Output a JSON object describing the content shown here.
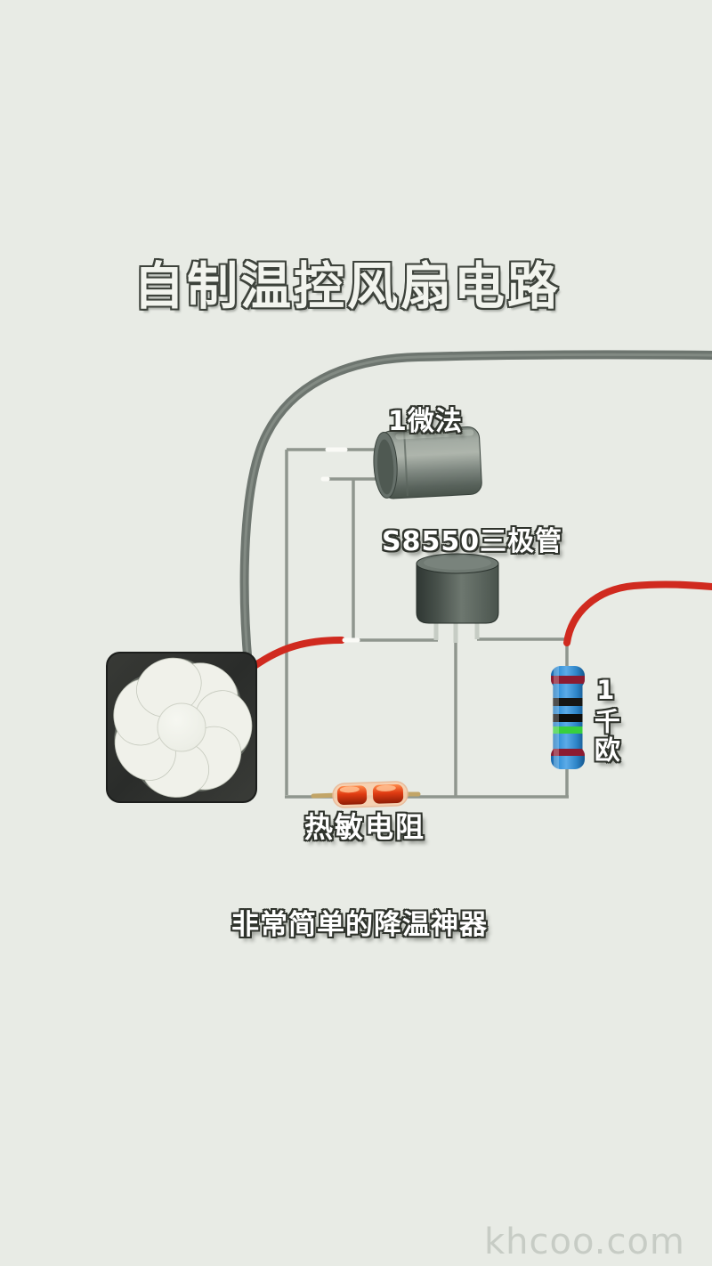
{
  "title": "自制温控风扇电路",
  "caption": "非常简单的降温神器",
  "watermark": "khcoo.com",
  "components": {
    "capacitor": {
      "label": "1微法"
    },
    "transistor": {
      "label": "S8550三极管"
    },
    "thermistor": {
      "label": "热敏电阻"
    },
    "resistor": {
      "label": "1千欧"
    },
    "fan": {
      "blade_count": 7
    }
  },
  "colors": {
    "background": "#e8ebe5",
    "red_wire": "#d02a1f",
    "thick_cable": "#6d756f",
    "thin_wire": "#8f968e",
    "lead_tip_highlight": "#fafaf6",
    "transistor_stub": "#c6ccc4",
    "thermistor_lead": "#c2a567",
    "resistor_body_blue": "#2f8ed6",
    "resistor_bands": [
      "#8c1b31",
      "#161614",
      "#0d0d0b",
      "#38cf3f",
      "#8c1b31"
    ],
    "fan_frame": "#2c2e2c",
    "fan_blade": "#f0f1ea",
    "label_text": "#ffffff",
    "title_fill": "#f2f4ee",
    "watermark_grey": "#c7ccc5"
  }
}
